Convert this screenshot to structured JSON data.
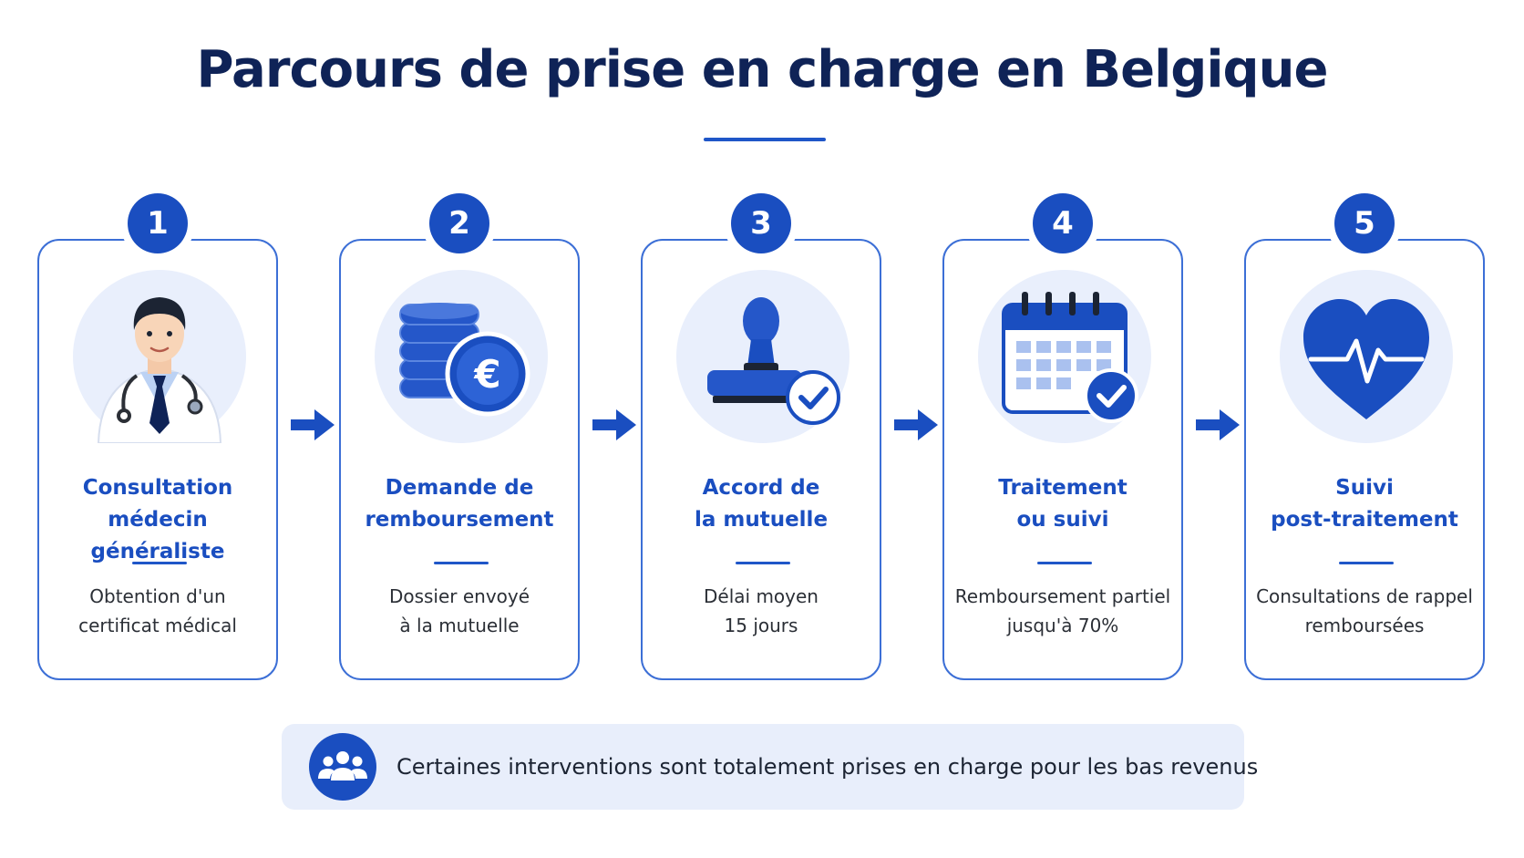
{
  "title": "Parcours de prise en charge en Belgique",
  "colors": {
    "primary": "#1a4ec0",
    "title": "#0f2357",
    "border": "#3c6fd6",
    "icon_bg": "#e9effc",
    "note_bg": "#e8eefb"
  },
  "steps": [
    {
      "number": "1",
      "icon": "doctor-icon",
      "title_lines": [
        "Consultation",
        "médecin généraliste"
      ],
      "desc_lines": [
        "Obtention d'un",
        "certificat médical"
      ]
    },
    {
      "number": "2",
      "icon": "euro-coins-icon",
      "title_lines": [
        "Demande de",
        "remboursement"
      ],
      "desc_lines": [
        "Dossier envoyé",
        "à la mutuelle"
      ]
    },
    {
      "number": "3",
      "icon": "stamp-approval-icon",
      "title_lines": [
        "Accord de",
        "la mutuelle"
      ],
      "desc_lines": [
        "Délai moyen",
        "15 jours"
      ]
    },
    {
      "number": "4",
      "icon": "calendar-check-icon",
      "title_lines": [
        "Traitement",
        "ou suivi"
      ],
      "desc_lines": [
        "Remboursement partiel",
        "jusqu'à 70%"
      ]
    },
    {
      "number": "5",
      "icon": "heart-pulse-icon",
      "title_lines": [
        "Suivi",
        "post-traitement"
      ],
      "desc_lines": [
        "Consultations de rappel",
        "remboursées"
      ]
    }
  ],
  "note": {
    "icon": "group-people-icon",
    "text": "Certaines interventions sont totalement prises en charge pour les bas revenus"
  }
}
